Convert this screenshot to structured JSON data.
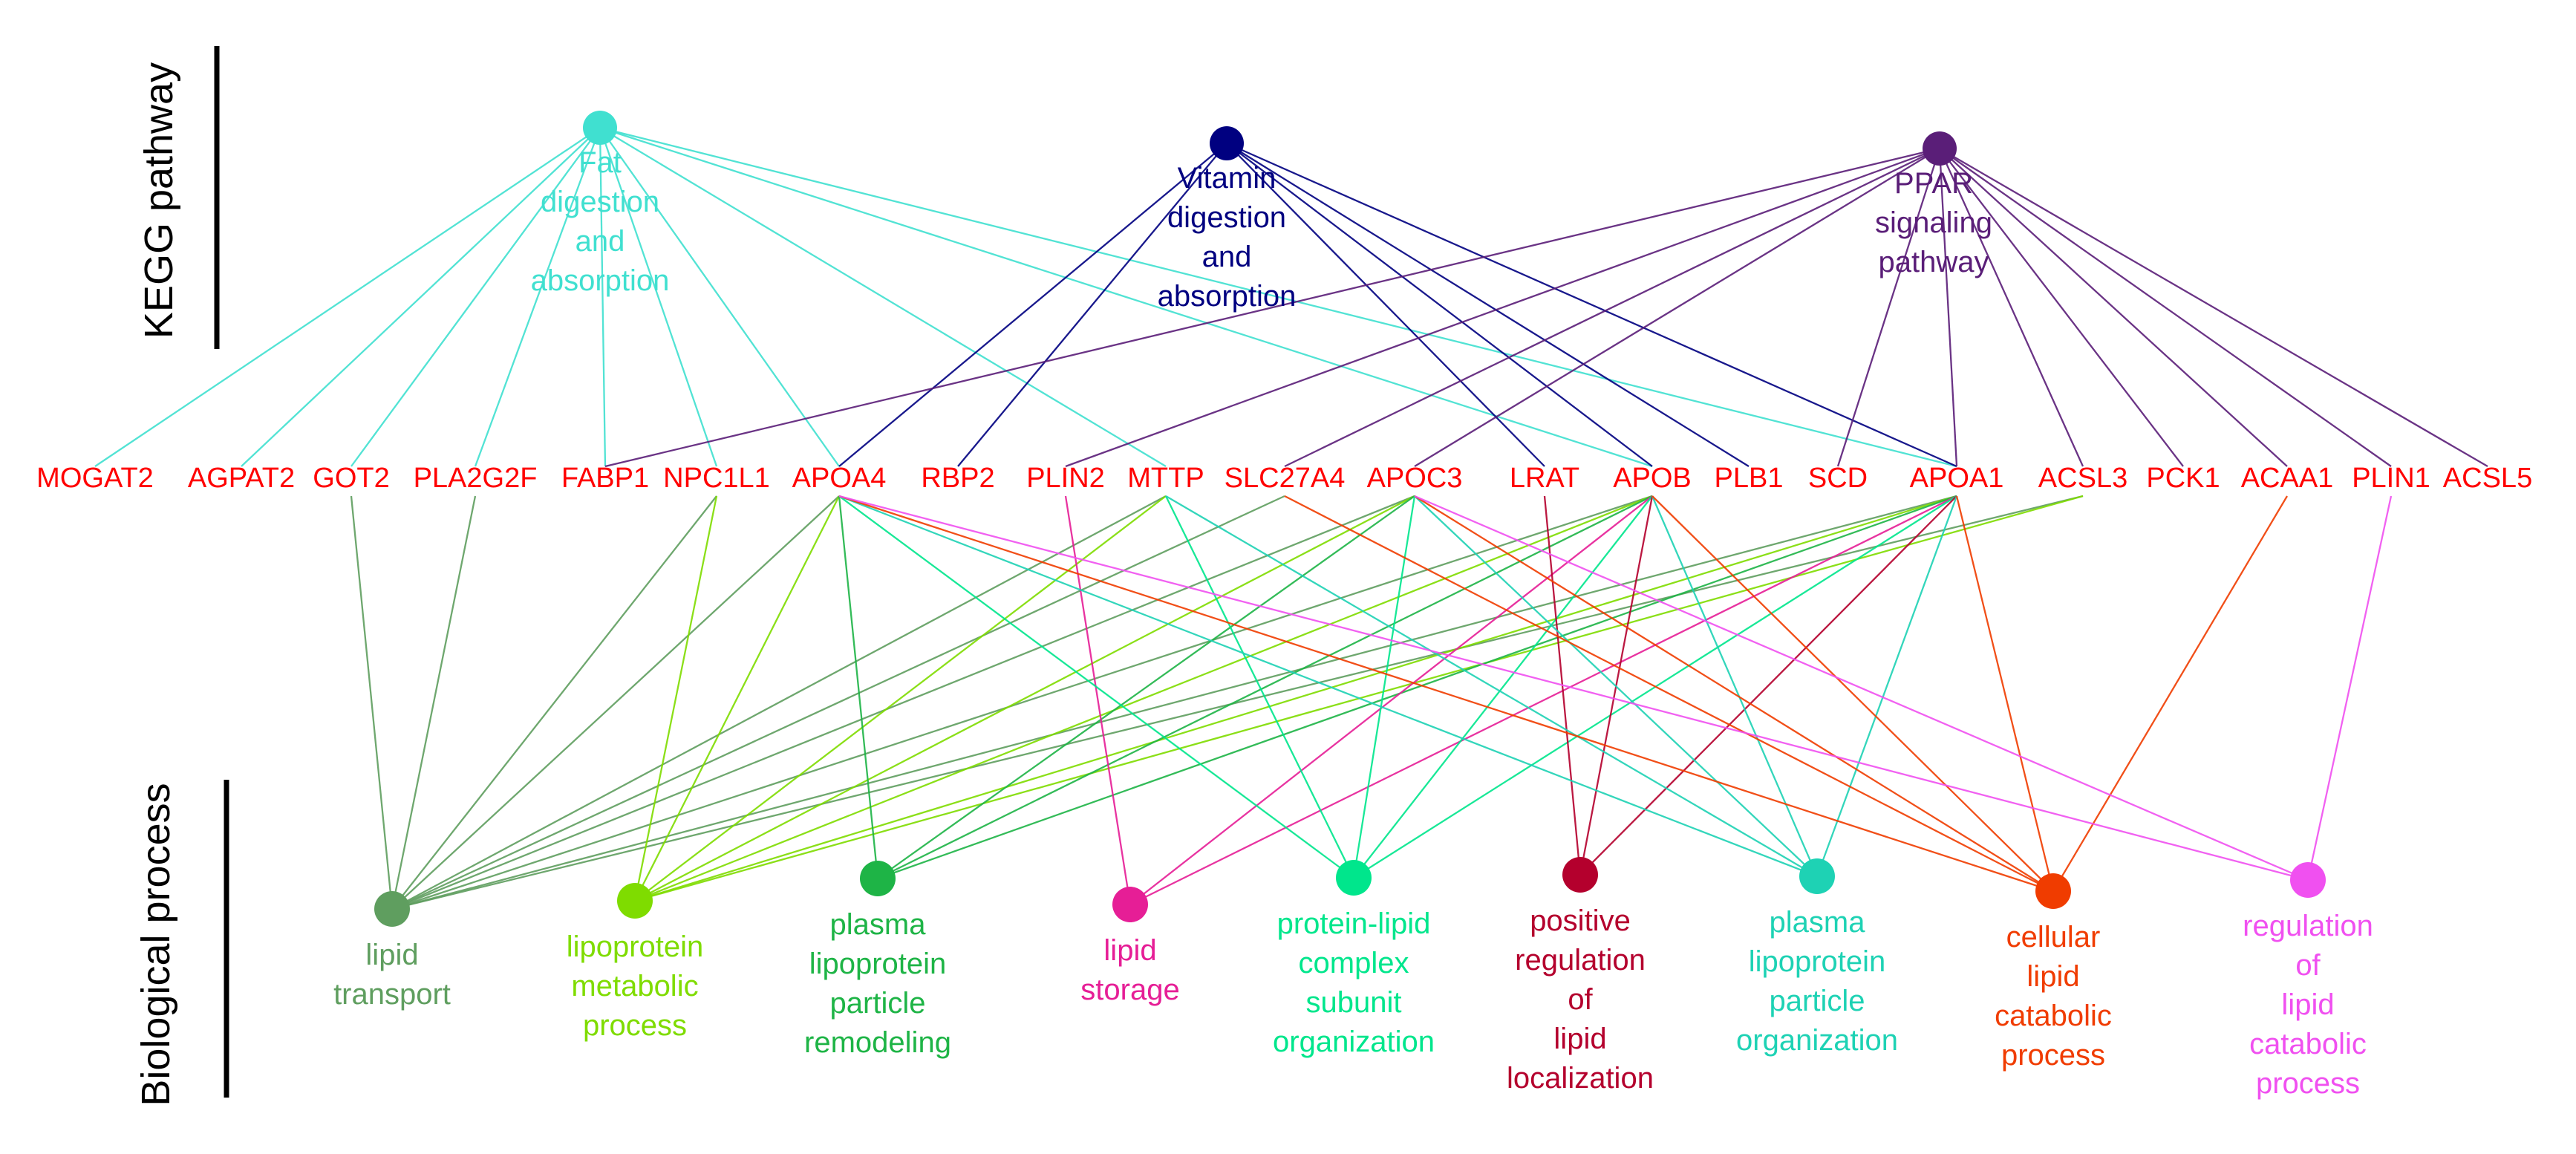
{
  "side_labels": {
    "kegg": "KEGG pathway",
    "bio": "Biological process"
  },
  "kegg_nodes": [
    {
      "id": "fat",
      "lines": [
        "Fat",
        "digestion",
        "and",
        "absorption"
      ],
      "color": "#40e0d0"
    },
    {
      "id": "vitamin",
      "lines": [
        "Vitamin",
        "digestion",
        "and",
        "absorption"
      ],
      "color": "#000080"
    },
    {
      "id": "ppar",
      "lines": [
        "PPAR",
        "signaling",
        "pathway"
      ],
      "color": "#5a1e78"
    }
  ],
  "genes": [
    "MOGAT2",
    "AGPAT2",
    "GOT2",
    "PLA2G2F",
    "FABP1",
    "NPC1L1",
    "APOA4",
    "RBP2",
    "PLIN2",
    "MTTP",
    "SLC27A4",
    "APOC3",
    "LRAT",
    "APOB",
    "PLB1",
    "SCD",
    "APOA1",
    "ACSL3",
    "PCK1",
    "ACAA1",
    "PLIN1",
    "ACSL5"
  ],
  "bio_nodes": [
    {
      "id": "lt",
      "lines": [
        "lipid",
        "transport"
      ],
      "color": "#5f9e5f"
    },
    {
      "id": "lmp",
      "lines": [
        "lipoprotein",
        "metabolic",
        "process"
      ],
      "color": "#7fdc00"
    },
    {
      "id": "plpr",
      "lines": [
        "plasma",
        "lipoprotein",
        "particle",
        "remodeling"
      ],
      "color": "#1eb446"
    },
    {
      "id": "ls",
      "lines": [
        "lipid",
        "storage"
      ],
      "color": "#e61e96"
    },
    {
      "id": "plcso",
      "lines": [
        "protein-lipid",
        "complex",
        "subunit",
        "organization"
      ],
      "color": "#00e68c"
    },
    {
      "id": "prll",
      "lines": [
        "positive",
        "regulation",
        "of",
        "lipid",
        "localization"
      ],
      "color": "#b4002d"
    },
    {
      "id": "plpo",
      "lines": [
        "plasma",
        "lipoprotein",
        "particle",
        "organization"
      ],
      "color": "#1ed2b4"
    },
    {
      "id": "clcp",
      "lines": [
        "cellular",
        "lipid",
        "catabolic",
        "process"
      ],
      "color": "#f03c00"
    },
    {
      "id": "rlcp",
      "lines": [
        "regulation",
        "of",
        "lipid",
        "catabolic",
        "process"
      ],
      "color": "#f050f0"
    }
  ],
  "kegg_edges": {
    "fat": [
      "MOGAT2",
      "AGPAT2",
      "GOT2",
      "PLA2G2F",
      "FABP1",
      "NPC1L1",
      "APOA4",
      "MTTP",
      "APOB",
      "APOA1"
    ],
    "vitamin": [
      "APOA4",
      "RBP2",
      "LRAT",
      "APOB",
      "PLB1",
      "APOA1"
    ],
    "ppar": [
      "FABP1",
      "PLIN2",
      "SLC27A4",
      "APOC3",
      "SCD",
      "APOA1",
      "ACSL3",
      "PCK1",
      "ACAA1",
      "PLIN1",
      "ACSL5"
    ]
  },
  "bio_edges": {
    "lt": [
      "GOT2",
      "PLA2G2F",
      "NPC1L1",
      "APOA4",
      "MTTP",
      "SLC27A4",
      "APOC3",
      "APOB",
      "APOA1",
      "ACSL3"
    ],
    "lmp": [
      "NPC1L1",
      "APOA4",
      "MTTP",
      "APOC3",
      "APOB",
      "APOA1",
      "ACSL3"
    ],
    "plpr": [
      "APOA4",
      "APOC3",
      "APOB",
      "APOA1"
    ],
    "ls": [
      "PLIN2",
      "APOB",
      "APOA1"
    ],
    "plcso": [
      "APOA4",
      "MTTP",
      "APOC3",
      "APOB",
      "APOA1"
    ],
    "prll": [
      "LRAT",
      "APOB",
      "APOA1"
    ],
    "plpo": [
      "APOA4",
      "MTTP",
      "APOC3",
      "APOB",
      "APOA1"
    ],
    "clcp": [
      "APOA4",
      "SLC27A4",
      "APOC3",
      "APOB",
      "APOA1",
      "ACAA1"
    ],
    "rlcp": [
      "APOA4",
      "APOC3",
      "PLIN1"
    ]
  }
}
